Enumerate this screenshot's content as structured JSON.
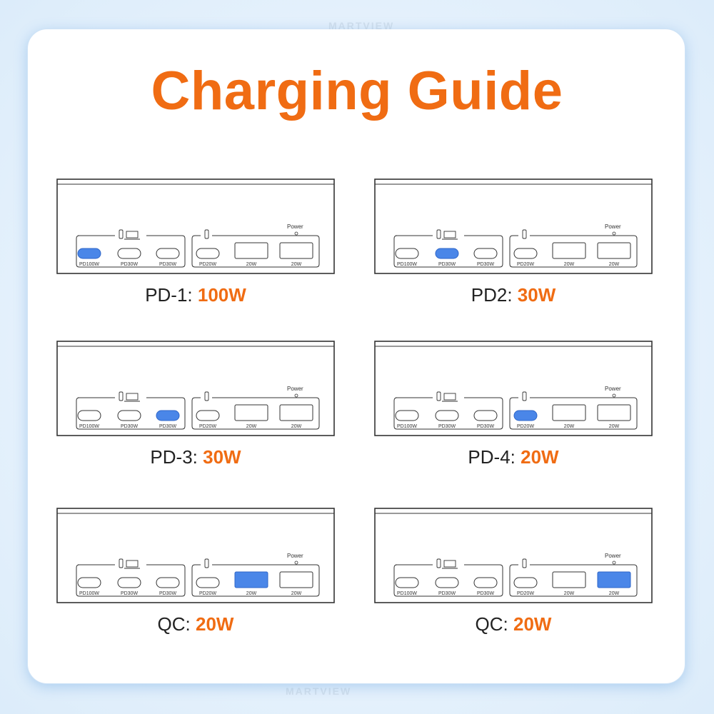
{
  "title": "Charging Guide",
  "accent_color": "#f06c13",
  "highlight_color": "#4a86e8",
  "power_label": "Power",
  "port_labels": [
    "PD100W",
    "PD30W",
    "PD30W",
    "PD20W",
    "20W",
    "20W"
  ],
  "panels": [
    {
      "caption_label": "PD-1:",
      "caption_value": "100W",
      "highlighted_port": 0
    },
    {
      "caption_label": "PD2:",
      "caption_value": "30W",
      "highlighted_port": 1
    },
    {
      "caption_label": "PD-3:",
      "caption_value": "30W",
      "highlighted_port": 2
    },
    {
      "caption_label": "PD-4:",
      "caption_value": "20W",
      "highlighted_port": 3
    },
    {
      "caption_label": "QC:",
      "caption_value": "20W",
      "highlighted_port": 4
    },
    {
      "caption_label": "QC:",
      "caption_value": "20W",
      "highlighted_port": 5
    }
  ],
  "watermark": "MARTVIEW"
}
